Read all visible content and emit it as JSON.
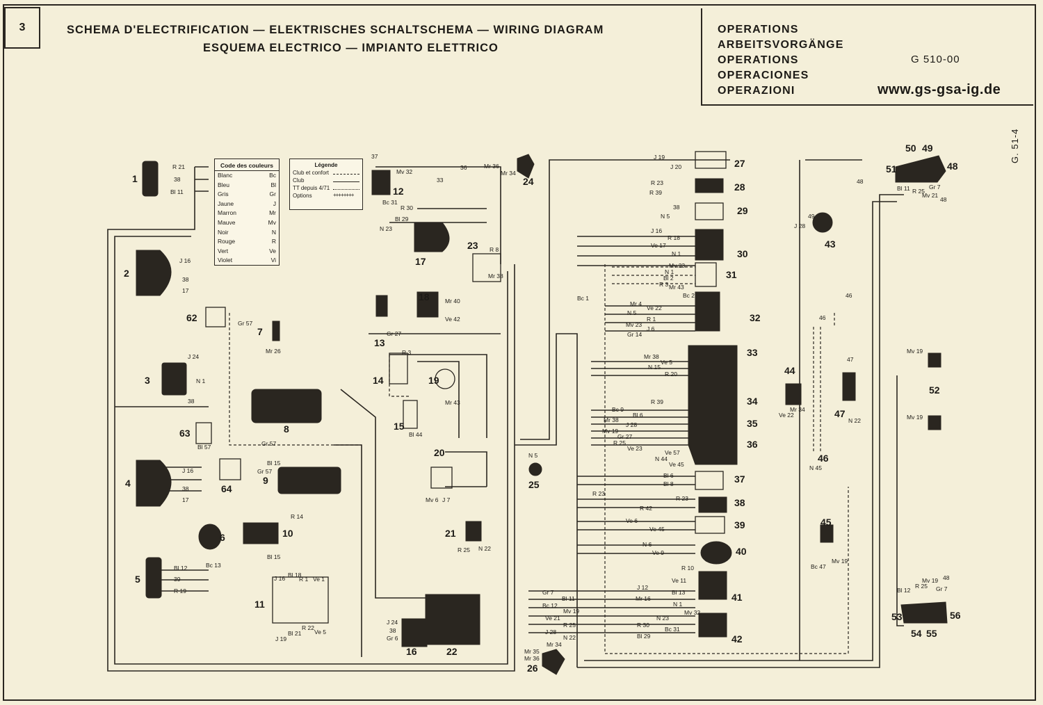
{
  "page_number": "3",
  "title_line1": "SCHEMA D'ELECTRIFICATION  —  ELEKTRISCHES SCHALTSCHEMA  —  WIRING DIAGRAM",
  "title_line2": "ESQUEMA ELECTRICO  —  IMPIANTO ELETTRICO",
  "operations": [
    "OPERATIONS",
    "ARBEITSVORGÄNGE",
    "OPERATIONS",
    "OPERACIONES",
    "OPERAZIONI"
  ],
  "operation_code": "G 510-00",
  "website": "www.gs-gsa-ig.de",
  "side_reference": "G. 51-4",
  "color_code_table": {
    "title": "Code des couleurs",
    "rows": [
      {
        "name": "Blanc",
        "code": "Bc"
      },
      {
        "name": "Bleu",
        "code": "Bl"
      },
      {
        "name": "Gris",
        "code": "Gr"
      },
      {
        "name": "Jaune",
        "code": "J"
      },
      {
        "name": "Marron",
        "code": "Mr"
      },
      {
        "name": "Mauve",
        "code": "Mv"
      },
      {
        "name": "Noir",
        "code": "N"
      },
      {
        "name": "Rouge",
        "code": "R"
      },
      {
        "name": "Vert",
        "code": "Ve"
      },
      {
        "name": "Violet",
        "code": "Vi"
      }
    ]
  },
  "legend": {
    "title": "Légende",
    "rows": [
      "Club et confort",
      "Club",
      "TT depuis 4/71",
      "Options"
    ]
  },
  "component_numbers": [
    "1",
    "2",
    "3",
    "4",
    "5",
    "6",
    "7",
    "8",
    "9",
    "10",
    "11",
    "12",
    "13",
    "14",
    "15",
    "16",
    "17",
    "18",
    "19",
    "20",
    "21",
    "22",
    "23",
    "24",
    "25",
    "26",
    "27",
    "28",
    "29",
    "30",
    "31",
    "32",
    "33",
    "34",
    "35",
    "36",
    "37",
    "38",
    "39",
    "40",
    "41",
    "42",
    "43",
    "44",
    "45",
    "46",
    "47",
    "48",
    "49",
    "50",
    "51",
    "52",
    "53",
    "54",
    "55",
    "56",
    "62",
    "63",
    "64"
  ],
  "wire_labels": [
    "R 21",
    "38",
    "Bl 11",
    "J 16",
    "38",
    "17",
    "J 24",
    "N 1",
    "38",
    "J 16",
    "38",
    "17",
    "Bl 12",
    "39",
    "R 19",
    "Gr 57",
    "Mr 26",
    "Bl 57",
    "Gr 57",
    "Bl 15",
    "Gr 57",
    "R 14",
    "Bl 15",
    "Bc 13",
    "J 16",
    "Bl 18",
    "R 1",
    "Ve 1",
    "J 19",
    "Bl 21",
    "R 22",
    "Ve 5",
    "J 24",
    "38",
    "Gr 6",
    "37",
    "Mv 32",
    "33",
    "36",
    "Mr 36",
    "Mr 34",
    "Bc 31",
    "R 30",
    "N 23",
    "Bl 29",
    "R 8",
    "Mr 38",
    "Mr 40",
    "Ve 42",
    "Gr 27",
    "R 3",
    "Mr 43",
    "Bl 44",
    "Mv 6",
    "J 7",
    "R 25",
    "N 22",
    "N 5",
    "Gr 7",
    "Bl 11",
    "Bc 12",
    "Mv 19",
    "Ve 21",
    "R 25",
    "J 28",
    "N 22",
    "Mr 34",
    "Mr 35",
    "Mr 36",
    "J 19",
    "J 20",
    "R 23",
    "R 39",
    "38",
    "N 5",
    "J 16",
    "R 18",
    "Ve 17",
    "N 1",
    "Mv 23",
    "N 1",
    "Bl 2",
    "R 3",
    "Mr 43",
    "Bc 1",
    "Bc 2",
    "Mr 4",
    "Ve 22",
    "N 5",
    "R 1",
    "Mv 23",
    "J 6",
    "Gr 14",
    "Mr 38",
    "Ve 5",
    "N 15",
    "R 20",
    "R 39",
    "Bc 9",
    "Bl 6",
    "Mr 38",
    "J 28",
    "Mv 19",
    "Gr 27",
    "R 25",
    "Ve 23",
    "Ve 57",
    "N 44",
    "Ve 45",
    "Bl 6",
    "Bl 8",
    "R 23",
    "R 23",
    "R 42",
    "Ve 6",
    "Ve 45",
    "N 6",
    "Ve 9",
    "R 10",
    "J 12",
    "Ve 11",
    "Mr 16",
    "Bl 13",
    "N 1",
    "Mv 32",
    "N 23",
    "R 30",
    "Bc 31",
    "Bl 29",
    "49",
    "J 28",
    "48",
    "Bl 11",
    "R 25",
    "Gr 7",
    "Mv 21",
    "48",
    "Ve 22",
    "Mr 34",
    "46",
    "47",
    "N 22",
    "N 45",
    "46",
    "Mv 19",
    "Mv 19",
    "Bc 47",
    "Mv 19",
    "Bl 12",
    "R 25",
    "Gr 7",
    "Mv 19",
    "48"
  ]
}
